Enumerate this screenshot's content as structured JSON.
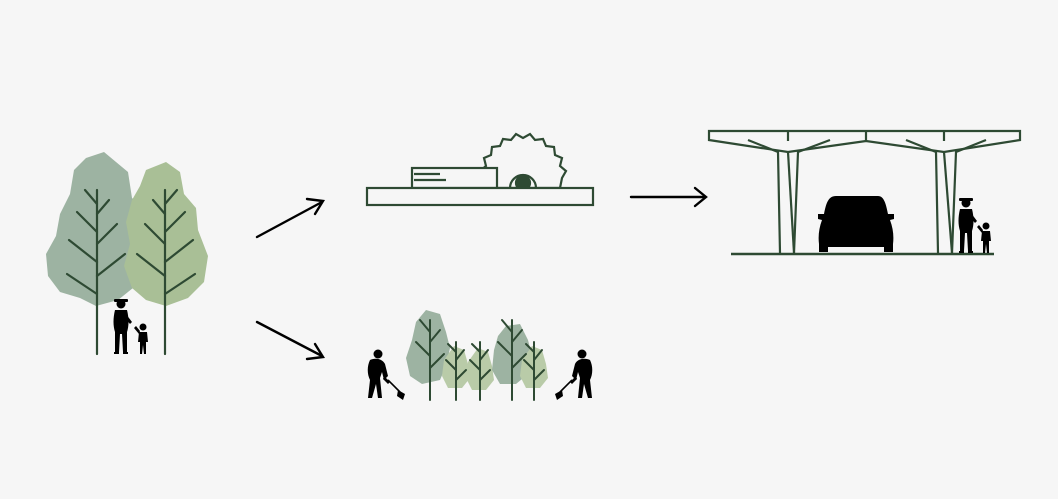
{
  "colors": {
    "background": "#f6f6f6",
    "outline_green": "#2e4a33",
    "foliage_grey_green": "#9db3a2",
    "foliage_sage_green": "#a9bf96",
    "foliage_light_green": "#b9cba8",
    "silhouette": "#000000",
    "arrow": "#000000"
  },
  "illustration": {
    "stages": [
      {
        "id": "forest",
        "icons": [
          "deciduous-tree-icon",
          "deciduous-tree-icon",
          "adult-person-icon",
          "child-person-icon"
        ]
      },
      {
        "id": "sawmill",
        "icons": [
          "timber-beam-icon",
          "circular-saw-blade-icon",
          "cutting-table-icon"
        ]
      },
      {
        "id": "replanting",
        "icons": [
          "digging-worker-icon",
          "young-tree-icon",
          "digging-worker-icon"
        ]
      },
      {
        "id": "carport",
        "icons": [
          "timber-carport-icon",
          "car-icon",
          "adult-person-icon",
          "child-person-icon"
        ]
      }
    ],
    "arrows": [
      {
        "from": "forest",
        "to": "sawmill",
        "icon": "arrow-right-up-icon"
      },
      {
        "from": "forest",
        "to": "replanting",
        "icon": "arrow-right-down-icon"
      },
      {
        "from": "sawmill",
        "to": "carport",
        "icon": "arrow-right-icon"
      }
    ]
  }
}
